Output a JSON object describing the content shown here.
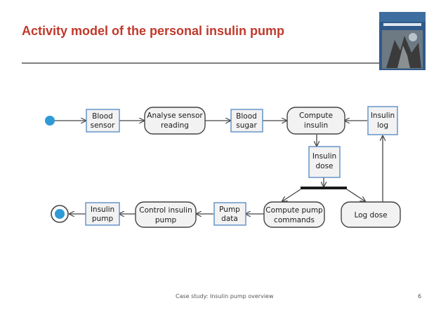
{
  "slide": {
    "title": "Activity model of the personal insulin pump",
    "footer_caption": "Case study: Insulin pump overview",
    "page_number": "6"
  },
  "diagram": {
    "nodes": {
      "blood_sensor": [
        "Blood",
        "sensor"
      ],
      "analyse_sensor_reading": [
        "Analyse sensor",
        "reading"
      ],
      "blood_sugar": [
        "Blood",
        "sugar"
      ],
      "compute_insulin": [
        "Compute",
        "insulin"
      ],
      "insulin_log": [
        "Insulin",
        "log"
      ],
      "insulin_dose": [
        "Insulin",
        "dose"
      ],
      "compute_pump_commands": [
        "Compute pump",
        "commands"
      ],
      "log_dose": [
        "Log dose"
      ],
      "pump_data": [
        "Pump",
        "data"
      ],
      "control_insulin_pump": [
        "Control insulin",
        "pump"
      ],
      "insulin_pump": [
        "Insulin",
        "pump"
      ]
    }
  },
  "colors": {
    "title": "#c0392b",
    "node_fill": "#f2f2f2",
    "node_border": "#5b8fc7",
    "arrow": "#444444",
    "start_node": "#2e9ad6",
    "fork_bar": "#1a1a1a",
    "rule": "#7f7f7f"
  },
  "icons": {
    "book_cover": "software-engineering-book-cover-image"
  }
}
